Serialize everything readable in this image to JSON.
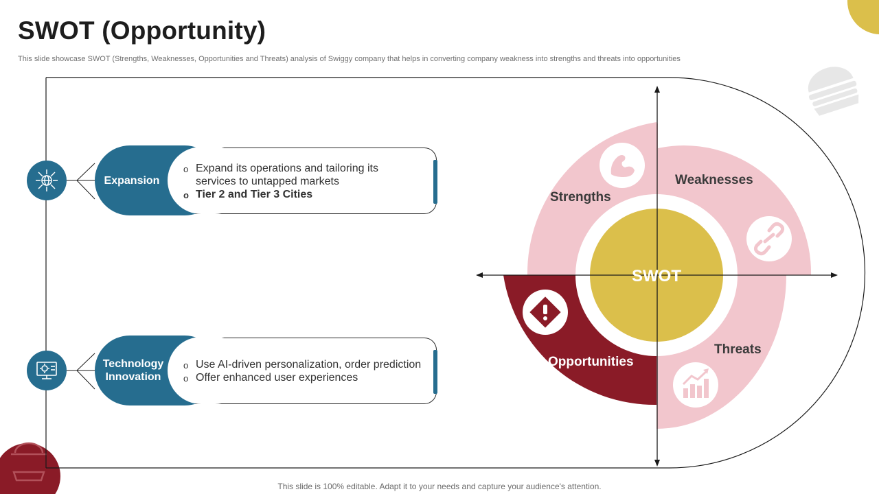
{
  "header": {
    "title": "SWOT (Opportunity)",
    "subtitle": "This slide showcase SWOT (Strengths, Weaknesses, Opportunities and Threats) analysis of Swiggy company that helps in converting company weakness into strengths and threats into opportunities"
  },
  "rows": [
    {
      "label": "Expansion",
      "icon": "globe-network-icon",
      "bullets": [
        {
          "text": "Expand its operations and tailoring its services to untapped markets",
          "bold": false
        },
        {
          "text": "Tier 2 and Tier 3 Cities",
          "bold": true
        }
      ]
    },
    {
      "label": "Technology Innovation",
      "icon": "gear-monitor-icon",
      "bullets": [
        {
          "text": "Use AI-driven personalization, order prediction",
          "bold": false
        },
        {
          "text": "Offer enhanced user experiences",
          "bold": false
        }
      ]
    }
  ],
  "swot": {
    "center": "SWOT",
    "strengths": "Strengths",
    "weaknesses": "Weaknesses",
    "opportunities": "Opportunities",
    "threats": "Threats",
    "icons": {
      "strengths": "muscle-arm-icon",
      "weaknesses": "broken-link-icon",
      "opportunities": "warning-sign-icon",
      "threats": "growth-chart-icon"
    }
  },
  "colors": {
    "blue": "#266d8f",
    "pink": "#f2c6cd",
    "dark_red": "#8a1b27",
    "gold": "#dbbf4b"
  },
  "decor": {
    "top_right": "burger-icon",
    "bottom_left": "food-dish-icon"
  },
  "footer": "This slide is 100% editable. Adapt it to your needs and capture your audience's attention."
}
